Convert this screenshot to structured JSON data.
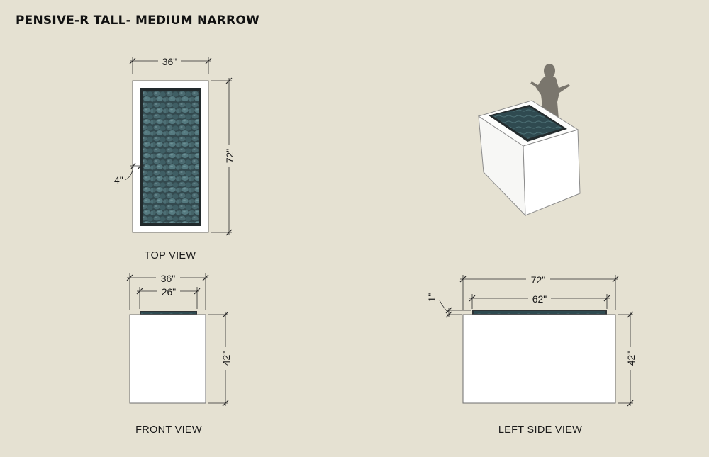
{
  "title": "PENSIVE-R TALL- MEDIUM NARROW",
  "colors": {
    "background": "#e5e1d2",
    "box_fill": "#ffffff",
    "basin_frame": "#2e3436",
    "stones": "#3c5a60"
  },
  "views": {
    "top": {
      "label": "TOP VIEW",
      "width_dim": "36\"",
      "length_dim": "72\"",
      "rim_dim": "4\""
    },
    "front": {
      "label": "FRONT VIEW",
      "outer_width_dim": "36\"",
      "basin_width_dim": "26\"",
      "height_dim": "42\""
    },
    "left_side": {
      "label": "LEFT SIDE VIEW",
      "outer_length_dim": "72\"",
      "basin_length_dim": "62\"",
      "basin_depth_dim": "1\"",
      "height_dim": "42\""
    }
  }
}
